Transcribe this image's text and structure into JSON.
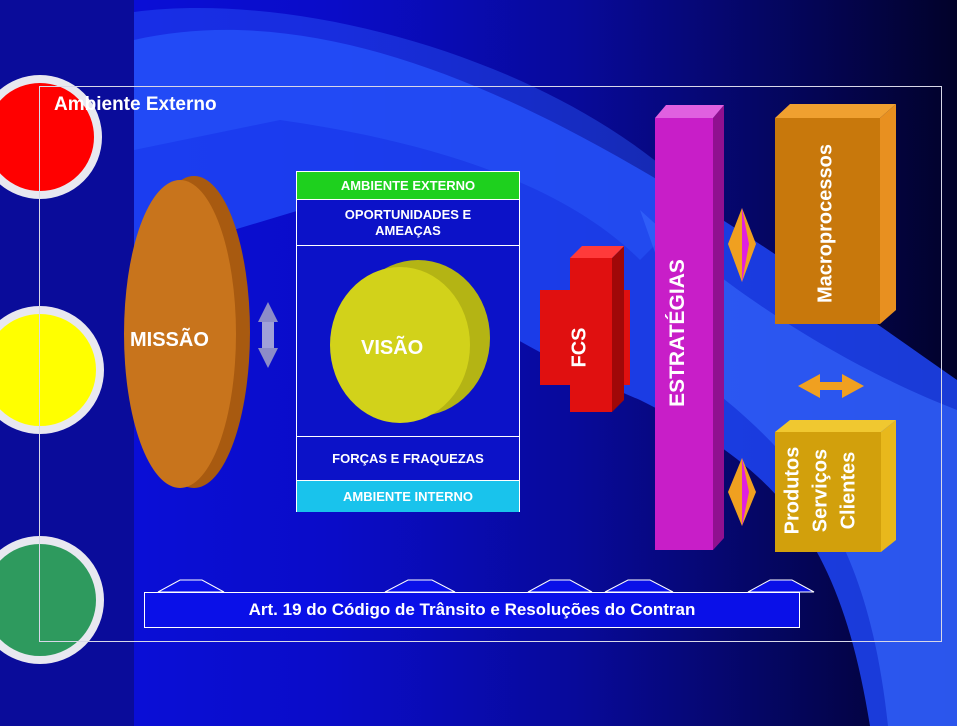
{
  "diagram": {
    "environment_title": "Ambiente  Externo",
    "mission": "MISSÃO",
    "vision": "VISÃO",
    "center_panel": {
      "external_env": "AMBIENTE EXTERNO",
      "opportunities": "OPORTUNIDADES E AMEAÇAS",
      "forces": "FORÇAS E FRAQUEZAS",
      "internal_env": "AMBIENTE INTERNO"
    },
    "fcs": "FCS",
    "strategies": "ESTRATÉGIAS",
    "macroprocesses": "Macroprocessos",
    "products": [
      "Produtos",
      "Serviços",
      "Clientes"
    ],
    "legal_basis": "Art. 19 do Código de Trânsito e Resoluções do Contran"
  },
  "colors": {
    "background": "#0a10e0",
    "traffic_red": "#ff0000",
    "traffic_yellow": "#ffff00",
    "traffic_green": "#2e9a5e",
    "mission_orange": "#c8741c",
    "vision_yellow": "#d2d21a",
    "fcs_red": "#e01010",
    "strategies_magenta": "#c81ec8",
    "macro_orange": "#c8780c",
    "products_gold": "#d2a00c",
    "band_green": "#1ed01e",
    "band_cyan": "#19c3ec"
  }
}
